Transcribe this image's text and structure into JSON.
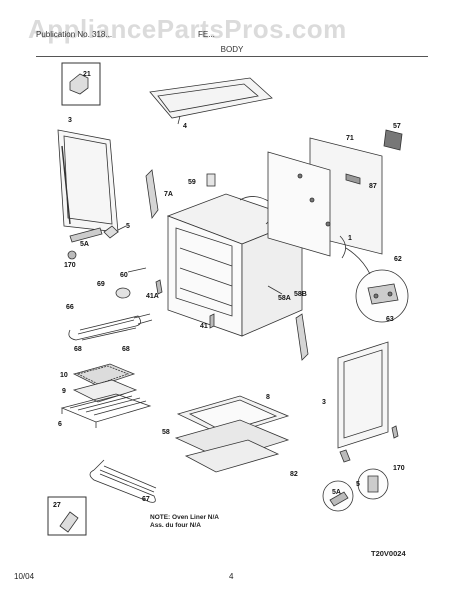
{
  "watermark": "AppliancePartsPros.com",
  "header": {
    "model_text": "Publication No. 318...",
    "code_text": "FE...",
    "section_title": "BODY"
  },
  "callouts": {
    "c21": "21",
    "c4": "4",
    "c3a": "3",
    "c71": "71",
    "c57": "57",
    "c59": "59",
    "c7a": "7A",
    "c87": "87",
    "c5a": "5",
    "c5a_label": "5A",
    "c1": "1",
    "c170a": "170",
    "c62": "62",
    "c60": "60",
    "c69": "69",
    "c41a": "41A",
    "c58a": "58A",
    "c58b": "58B",
    "c66": "66",
    "c63": "63",
    "c41": "41",
    "c68a": "68",
    "c68b": "68",
    "c10": "10",
    "c9": "9",
    "c6": "6",
    "c8": "8",
    "c3b": "3",
    "c58": "58",
    "c82": "82",
    "c170b": "170",
    "c27": "27",
    "c67": "67",
    "c5b_label": "5A",
    "c5b": "5"
  },
  "note": {
    "line1": "NOTE: Oven Liner N/A",
    "line2": "Ass. du four N/A"
  },
  "doc_ref": "T20V0024",
  "footer": {
    "date": "10/04",
    "page": "4"
  }
}
